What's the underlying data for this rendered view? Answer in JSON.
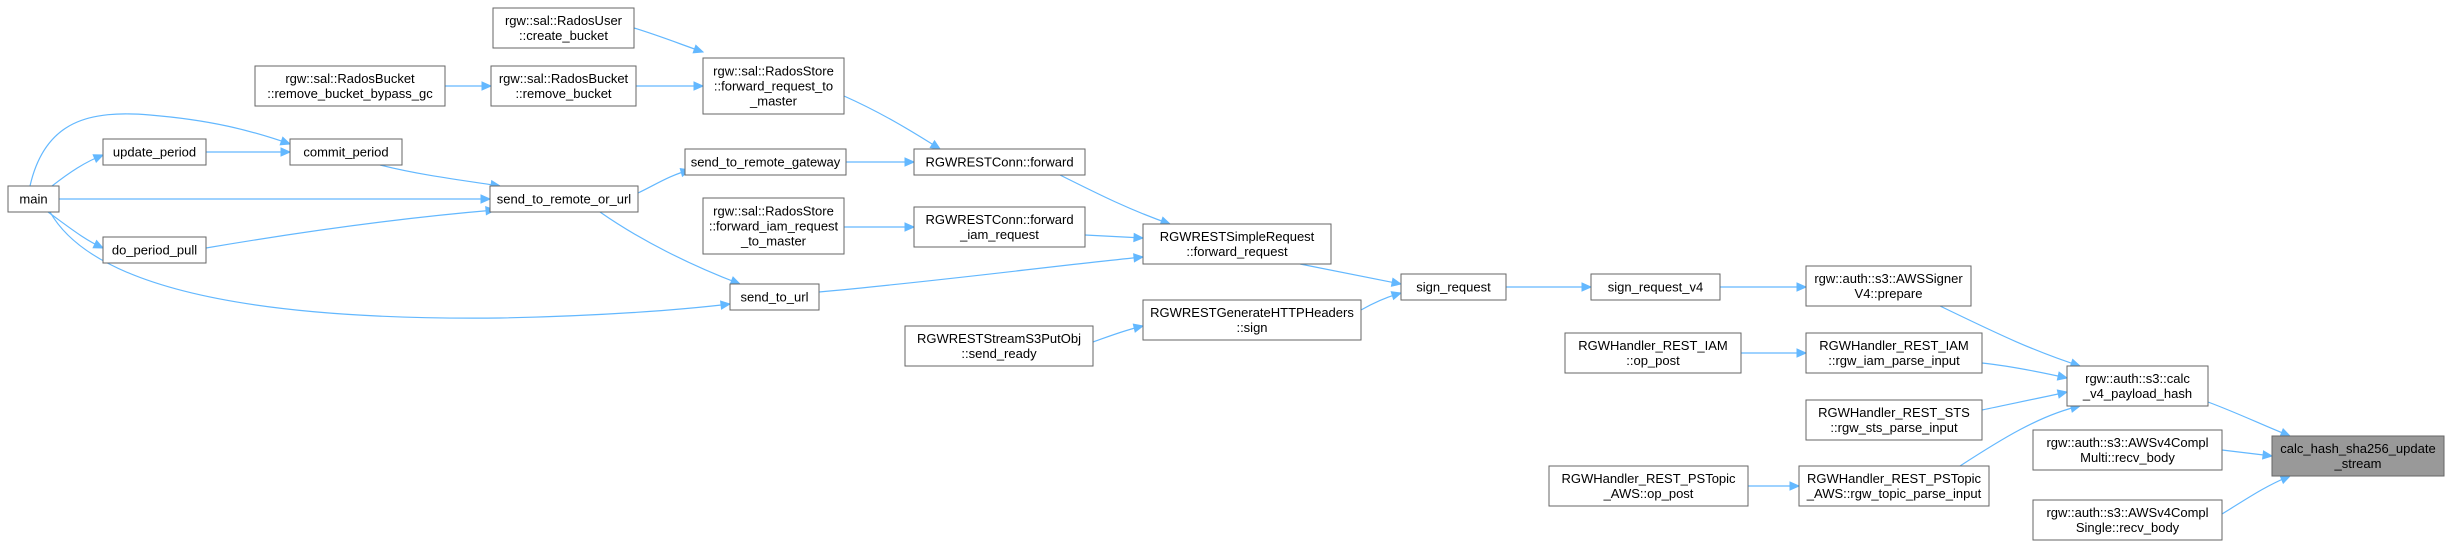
{
  "colors": {
    "edge": "#63b8ff",
    "node_border": "#666666",
    "focus_fill": "#999999",
    "background": "#ffffff"
  },
  "nodes": {
    "create_bucket": [
      "rgw::sal::RadosUser",
      "::create_bucket"
    ],
    "fwd_req_master": [
      "rgw::sal::RadosStore",
      "::forward_request_to",
      "_master"
    ],
    "remove_bucket_gc": [
      "rgw::sal::RadosBucket",
      "::remove_bucket_bypass_gc"
    ],
    "remove_bucket": [
      "rgw::sal::RadosBucket",
      "::remove_bucket"
    ],
    "main": [
      "main"
    ],
    "update_period": [
      "update_period"
    ],
    "commit_period": [
      "commit_period"
    ],
    "send_remote_or_url": [
      "send_to_remote_or_url"
    ],
    "send_remote_gw": [
      "send_to_remote_gateway"
    ],
    "conn_forward": [
      "RGWRESTConn::forward"
    ],
    "fwd_iam_master": [
      "rgw::sal::RadosStore",
      "::forward_iam_request",
      "_to_master"
    ],
    "conn_forward_iam": [
      "RGWRESTConn::forward",
      "_iam_request"
    ],
    "simple_forward": [
      "RGWRESTSimpleRequest",
      "::forward_request"
    ],
    "do_period_pull": [
      "do_period_pull"
    ],
    "send_to_url": [
      "send_to_url"
    ],
    "sign_request": [
      "sign_request"
    ],
    "sign_request_v4": [
      "sign_request_v4"
    ],
    "awssigner_prepare": [
      "rgw::auth::s3::AWSSigner",
      "V4::prepare"
    ],
    "gen_headers_sign": [
      "RGWRESTGenerateHTTPHeaders",
      "::sign"
    ],
    "putobj_send_ready": [
      "RGWRESTStreamS3PutObj",
      "::send_ready"
    ],
    "iam_op_post": [
      "RGWHandler_REST_IAM",
      "::op_post"
    ],
    "iam_parse": [
      "RGWHandler_REST_IAM",
      "::rgw_iam_parse_input"
    ],
    "calc_payload_hash": [
      "rgw::auth::s3::calc",
      "_v4_payload_hash"
    ],
    "sts_parse": [
      "RGWHandler_REST_STS",
      "::rgw_sts_parse_input"
    ],
    "focus": [
      "calc_hash_sha256_update",
      "_stream"
    ],
    "multi_recv": [
      "rgw::auth::s3::AWSv4Compl",
      "Multi::recv_body"
    ],
    "pstopic_op_post": [
      "RGWHandler_REST_PSTopic",
      "_AWS::op_post"
    ],
    "pstopic_parse": [
      "RGWHandler_REST_PSTopic",
      "_AWS::rgw_topic_parse_input"
    ],
    "single_recv": [
      "rgw::auth::s3::AWSv4Compl",
      "Single::recv_body"
    ]
  }
}
